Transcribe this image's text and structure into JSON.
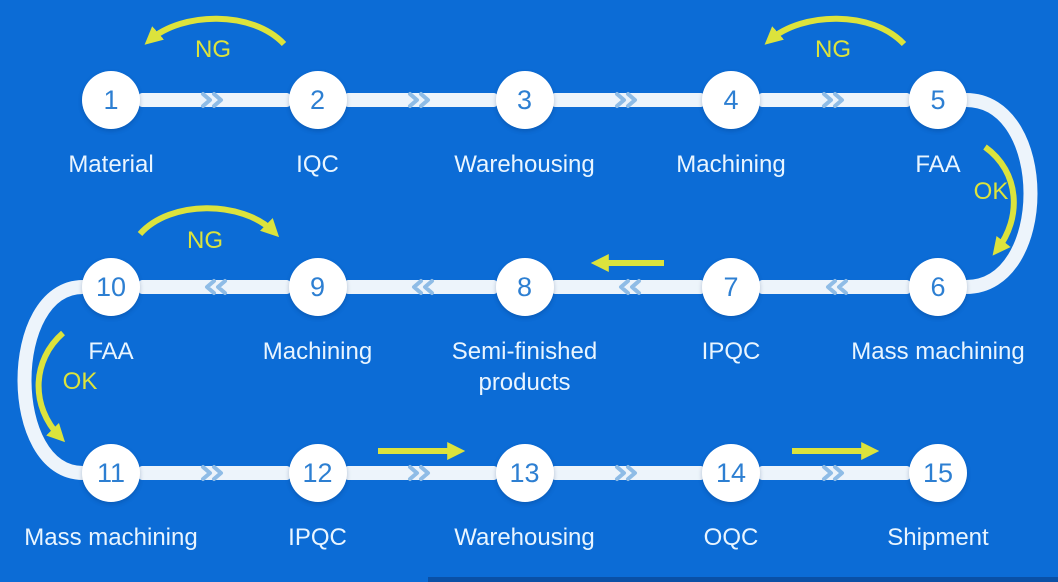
{
  "diagram": {
    "steps": [
      {
        "num": "1",
        "label": "Material",
        "row": 0,
        "col": 0
      },
      {
        "num": "2",
        "label": "IQC",
        "row": 0,
        "col": 1
      },
      {
        "num": "3",
        "label": "Warehousing",
        "row": 0,
        "col": 2
      },
      {
        "num": "4",
        "label": "Machining",
        "row": 0,
        "col": 3
      },
      {
        "num": "5",
        "label": "FAA",
        "row": 0,
        "col": 4
      },
      {
        "num": "6",
        "label": "Mass machining",
        "row": 1,
        "col": 4
      },
      {
        "num": "7",
        "label": "IPQC",
        "row": 1,
        "col": 3
      },
      {
        "num": "8",
        "label": "Semi-finished products",
        "row": 1,
        "col": 2
      },
      {
        "num": "9",
        "label": "Machining",
        "row": 1,
        "col": 1
      },
      {
        "num": "10",
        "label": "FAA",
        "row": 1,
        "col": 0
      },
      {
        "num": "11",
        "label": "Mass machining",
        "row": 2,
        "col": 0
      },
      {
        "num": "12",
        "label": "IPQC",
        "row": 2,
        "col": 1
      },
      {
        "num": "13",
        "label": "Warehousing",
        "row": 2,
        "col": 2
      },
      {
        "num": "14",
        "label": "OQC",
        "row": 2,
        "col": 3
      },
      {
        "num": "15",
        "label": "Shipment",
        "row": 2,
        "col": 4
      }
    ],
    "annotations": {
      "ng_iqc": "NG",
      "ng_faa_top": "NG",
      "ng_faa_mid": "NG",
      "ok_right": "OK",
      "ok_left": "OK"
    },
    "colors": {
      "background": "#0c6cd6",
      "circle": "#ffffff",
      "number": "#2d7fd2",
      "label": "#e9f5ff",
      "track": "#edf4fb",
      "chevron": "#8fbce6",
      "arrow": "#dce33c",
      "divider": "#0a50a6"
    }
  }
}
